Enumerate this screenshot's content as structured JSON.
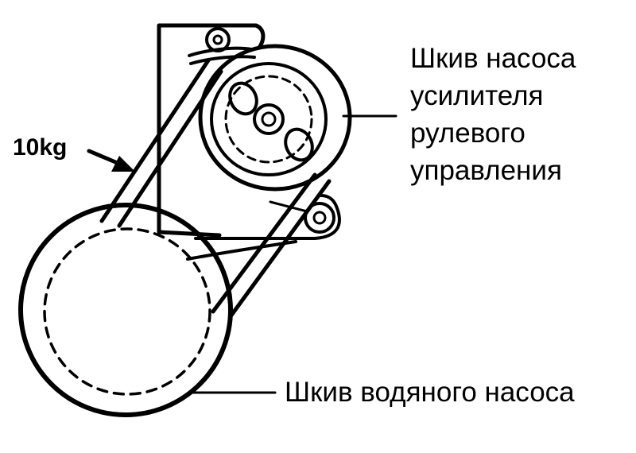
{
  "labels": {
    "force": "10kg",
    "power_steering_pulley": [
      "Шкив насоса",
      "усилителя",
      "рулевого",
      "управления"
    ],
    "water_pump_pulley": "Шкив водяного насоса"
  },
  "colors": {
    "ink": "#000000",
    "paper": "#ffffff"
  }
}
